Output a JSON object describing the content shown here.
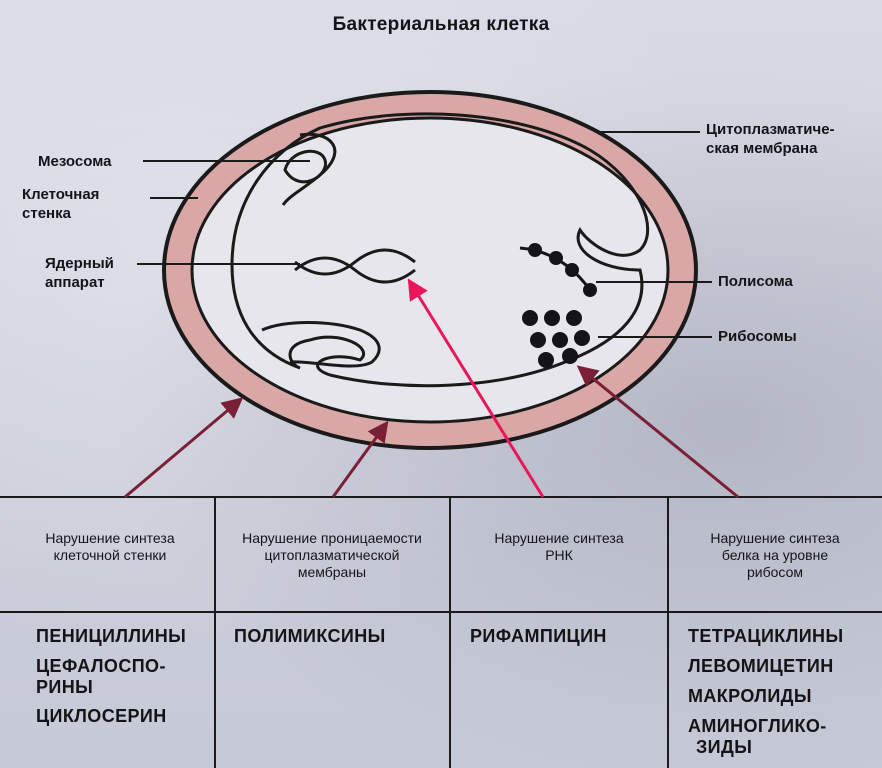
{
  "title": "Бактериальная клетка",
  "labels": {
    "mesosome": "Мезосома",
    "cell_wall_1": "Клеточная",
    "cell_wall_2": "стенка",
    "nuclear_1": "Ядерный",
    "nuclear_2": "аппарат",
    "membrane_1": "Цитоплазматиче-",
    "membrane_2": "ская мембрана",
    "polysome": "Полисома",
    "ribosomes": "Рибосомы"
  },
  "columns": [
    {
      "header": [
        "Нарушение синтеза",
        "клеточной стенки"
      ],
      "drugs": [
        "ПЕНИЦИЛЛИНЫ",
        "ЦЕФАЛОСПО-",
        "РИНЫ",
        "ЦИКЛОСЕРИН"
      ]
    },
    {
      "header": [
        "Нарушение проницаемости",
        "цитоплазматической",
        "мембраны"
      ],
      "drugs": [
        "ПОЛИМИКСИНЫ"
      ]
    },
    {
      "header": [
        "Нарушение синтеза",
        "РНК"
      ],
      "drugs": [
        "РИФАМПИЦИН"
      ]
    },
    {
      "header": [
        "Нарушение синтеза",
        "белка на уровне",
        "рибосом"
      ],
      "drugs": [
        "ТЕТРАЦИКЛИНЫ",
        "ЛЕВОМИЦЕТИН",
        "МАКРОЛИДЫ",
        "АМИНОГЛИКО-",
        "ЗИДЫ"
      ]
    }
  ],
  "colors": {
    "cell_wall": "#d9a7a6",
    "arrow": "#7a1f35",
    "rna_arrow": "#e8175a"
  }
}
